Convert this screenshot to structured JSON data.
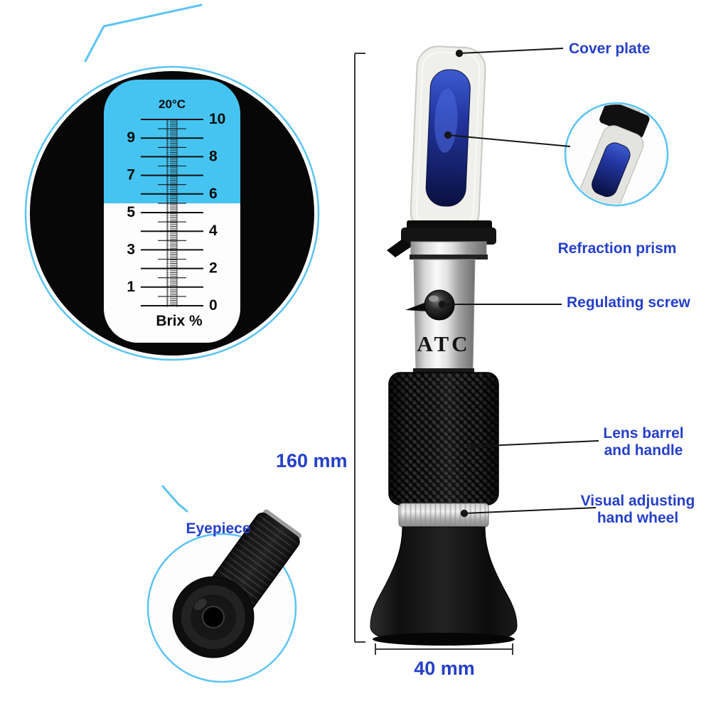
{
  "colors": {
    "accent": "#2540c8",
    "inset_ring": "#5bc4f3",
    "scale_sky": "#45c4f1",
    "prism_blue": "#1c2f9e"
  },
  "scale_view": {
    "temperature": "20°C",
    "unit": "Brix %",
    "right_ticks": [
      "10",
      "8",
      "6",
      "4",
      "2",
      "0"
    ],
    "left_ticks": [
      "9",
      "7",
      "5",
      "3",
      "1"
    ]
  },
  "device": {
    "engraving": "ATC"
  },
  "callouts": {
    "cover_plate": "Cover plate",
    "refraction_prism": "Refraction prism",
    "regulating_screw": "Regulating screw",
    "lens_barrel": [
      "Lens barrel",
      "and handle"
    ],
    "hand_wheel": [
      "Visual adjusting",
      "hand wheel"
    ],
    "eyepiece": "Eyepiece"
  },
  "dimensions": {
    "height": "160 mm",
    "width": "40 mm"
  }
}
